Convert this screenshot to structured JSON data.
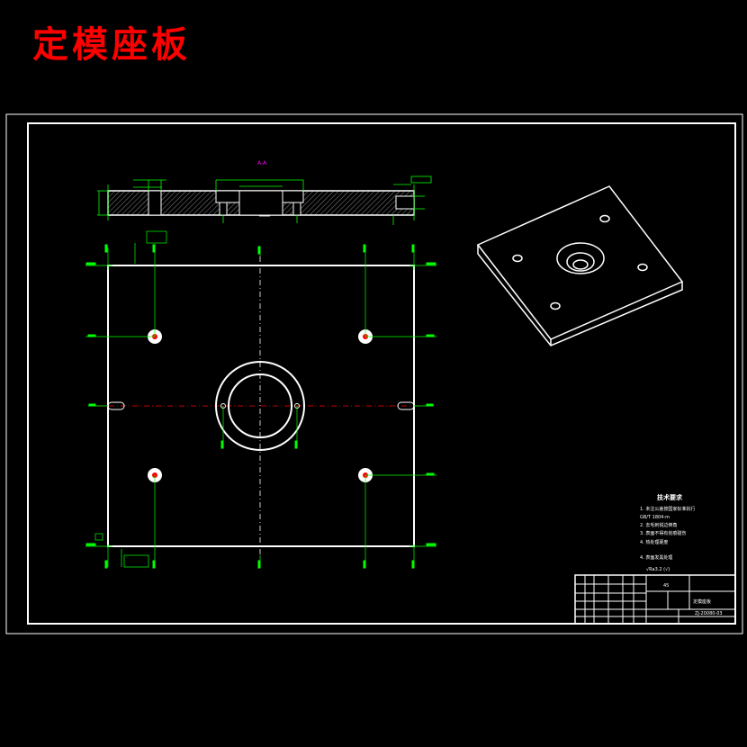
{
  "page": {
    "title": "定模座板",
    "title_color": "#ff0000"
  },
  "colors": {
    "outline": "#ffffff",
    "dimension": "#00ff00",
    "centerline": "#ff0000",
    "section_label": "#ff00ff",
    "text": "#ffffff",
    "hatch": "#888888"
  },
  "section": {
    "label": "A-A"
  },
  "tech_req": {
    "heading": "技术要求",
    "lines": [
      "1. 未注公差按国家标准执行",
      "GB/T 1804-m",
      "2. 去毛刺锐边倒角",
      "3. 表面不得有划痕碰伤",
      "4. 热处理硬度",
      "4. 表面发黑处理"
    ],
    "roughness": "√Ra3.2 (√)"
  },
  "title_block": {
    "drawing_no": "ZJ-20080-03",
    "part_name": "定模座板",
    "material": "45"
  }
}
